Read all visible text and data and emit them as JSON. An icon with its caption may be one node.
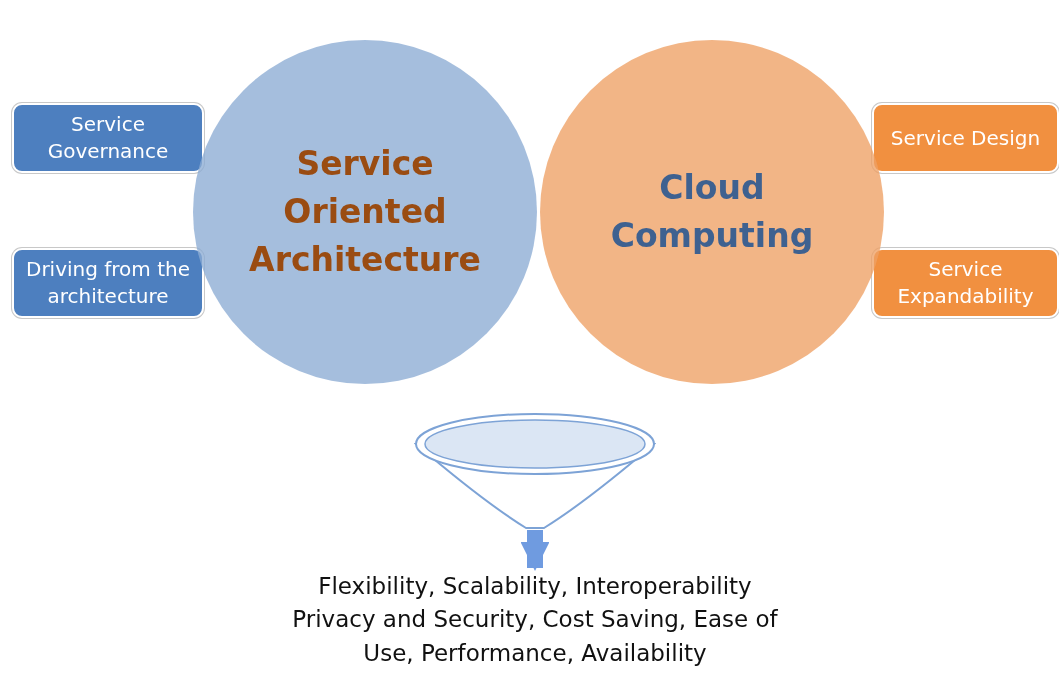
{
  "diagram": {
    "nodes": [
      {
        "text": [
          "Service Oriented Architecture"
        ]
      },
      {
        "text": [
          "Cloud Computing"
        ]
      },
      {
        "text": [
          "Service Governance"
        ]
      },
      {
        "text": [
          "Driving from the architecture"
        ]
      },
      {
        "text": [
          "Service Design"
        ]
      },
      {
        "text": [
          "Service Expandability"
        ]
      },
      {
        "text": [],
        "shape": "funnel"
      },
      {
        "text": [
          "Flexibility, Scalability, Interoperability Privacy and Security, Cost Saving, Ease of Use, Performance, Availability"
        ]
      }
    ],
    "edges": [
      {
        "from": 6,
        "to": 7,
        "arrow": "to"
      }
    ]
  }
}
